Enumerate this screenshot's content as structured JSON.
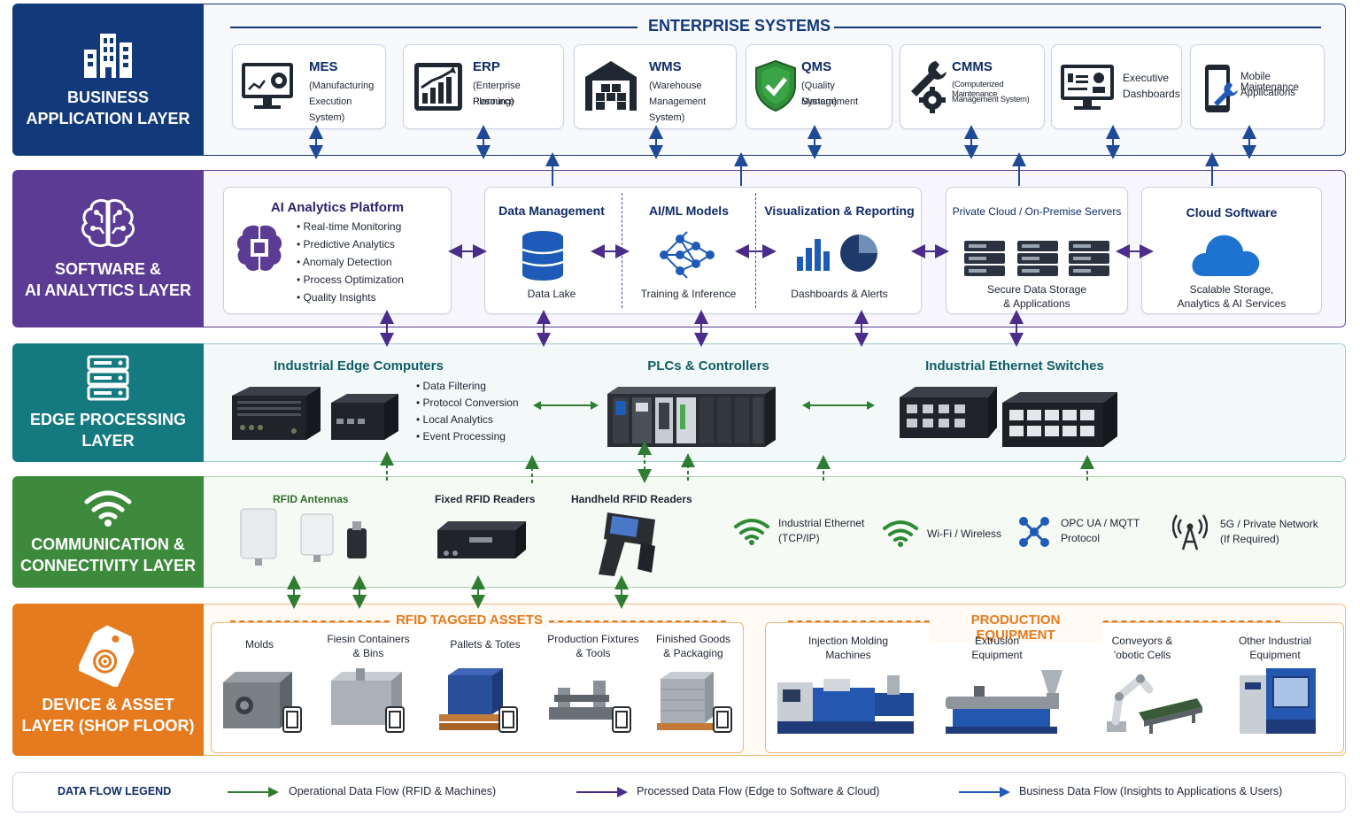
{
  "colors": {
    "business": "#123a7a",
    "software": "#5b3b94",
    "edge": "#157a80",
    "comm": "#3d8a3d",
    "device": "#e57b1e",
    "operational_flow": "#2e7d32",
    "processed_flow": "#4a2c8a",
    "business_flow": "#1e5bb8"
  },
  "layers": {
    "business": {
      "label_line1": "BUSINESS",
      "label_line2": "APPLICATION LAYER",
      "section_title": "ENTERPRISE SYSTEMS",
      "icon": "building-icon",
      "systems": [
        {
          "name": "MES",
          "desc_line1": "(Manufacturing",
          "desc_line2": "Execution System)",
          "icon": "monitor-gear-icon"
        },
        {
          "name": "ERP",
          "desc_line1": "(Enterprise Resource",
          "desc_line2": "Planning)",
          "icon": "growth-chart-icon"
        },
        {
          "name": "WMS",
          "desc_line1": "(Warehouse",
          "desc_line2": "Management System)",
          "icon": "warehouse-icon"
        },
        {
          "name": "QMS",
          "desc_line1": "(Quality Management",
          "desc_line2": "System)",
          "icon": "shield-check-icon"
        },
        {
          "name": "CMMS",
          "desc_line1": "(Computerized Maintenance",
          "desc_line2": "Management System)",
          "icon": "wrench-gear-icon"
        },
        {
          "name": "Executive",
          "desc_line1": "Dashboards",
          "desc_line2": "",
          "icon": "dashboard-monitor-icon"
        },
        {
          "name": "Mobile Maintenance",
          "desc_line1": "Applications",
          "desc_line2": "",
          "icon": "mobile-wrench-icon"
        }
      ]
    },
    "software": {
      "label_line1": "SOFTWARE &",
      "label_line2": "AI ANALYTICS LAYER",
      "icon": "brain-icon",
      "ai_platform": {
        "title": "AI Analytics Platform",
        "items": [
          "Real-time Monitoring",
          "Predictive Analytics",
          "Anomaly Detection",
          "Process Optimization",
          "Quality Insights"
        ]
      },
      "data_management": {
        "title": "Data Management",
        "caption": "Data Lake"
      },
      "aiml": {
        "title": "AI/ML Models",
        "caption": "Training & Inference"
      },
      "visualization": {
        "title": "Visualization & Reporting",
        "caption": "Dashboards & Alerts"
      },
      "private_cloud": {
        "title": "Private Cloud / On-Premise Servers",
        "caption_line1": "Secure Data Storage",
        "caption_line2": "& Applications"
      },
      "cloud_software": {
        "title": "Cloud Software",
        "caption_line1": "Scalable Storage,",
        "caption_line2": "Analytics & AI Services"
      }
    },
    "edge": {
      "label_line1": "EDGE PROCESSING",
      "label_line2": "LAYER",
      "icon": "server-rack-icon",
      "edge_computers": {
        "title": "Industrial Edge Computers",
        "items": [
          "Data Filtering",
          "Protocol Conversion",
          "Local Analytics",
          "Event Processing"
        ]
      },
      "plcs": {
        "title": "PLCs & Controllers"
      },
      "switches": {
        "title": "Industrial Ethernet Switches"
      }
    },
    "comm": {
      "label_line1": "COMMUNICATION &",
      "label_line2": "CONNECTIVITY LAYER",
      "icon": "wifi-icon",
      "rfid_antennas": "RFID Antennas",
      "fixed_readers": "Fixed RFID Readers",
      "handheld_readers": "Handheld RFID Readers",
      "protocols": [
        {
          "line1": "Industrial Ethernet",
          "line2": "(TCP/IP)",
          "icon": "wifi-green-icon"
        },
        {
          "line1": "Wi-Fi / Wireless",
          "line2": "",
          "icon": "wifi-green-icon"
        },
        {
          "line1": "OPC UA / MQTT",
          "line2": "Protocol",
          "icon": "network-nodes-icon"
        },
        {
          "line1": "5G / Private Network",
          "line2": "(If Required)",
          "icon": "antenna-tower-icon"
        }
      ]
    },
    "device": {
      "label_line1": "DEVICE & ASSET",
      "label_line2": "LAYER (SHOP FLOOR)",
      "icon": "rfid-tag-icon",
      "rfid_assets_title": "RFID TAGGED ASSETS",
      "assets": [
        {
          "line1": "Molds",
          "line2": ""
        },
        {
          "line1": "Fiesin Containers",
          "line2": "& Bins"
        },
        {
          "line1": "Pallets & Totes",
          "line2": ""
        },
        {
          "line1": "Production Fixtures",
          "line2": "& Tools"
        },
        {
          "line1": "Finished Goods",
          "line2": "& Packaging"
        }
      ],
      "production_title": "PRODUCTION EQUIPMENT",
      "equipment": [
        {
          "line1": "Injection Molding",
          "line2": "Machines"
        },
        {
          "line1": "Extrusion",
          "line2": "Equipment"
        },
        {
          "line1": "Conveyors &",
          "line2": "’obotic Cells"
        },
        {
          "line1": "Other Industrial",
          "line2": "Equipment"
        }
      ]
    }
  },
  "legend": {
    "title": "DATA FLOW LEGEND",
    "items": [
      {
        "label": "Operational Data Flow (RFID & Machines)"
      },
      {
        "label": "Processed Data Flow (Edge to Software & Cloud)"
      },
      {
        "label": "Business Data Flow (Insights to Applications & Users)"
      }
    ]
  }
}
